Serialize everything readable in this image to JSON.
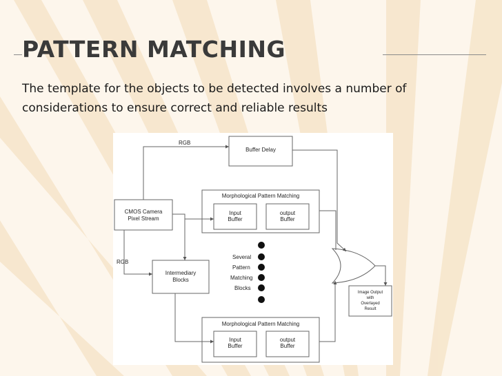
{
  "slide": {
    "title": "Pattern Matching",
    "body": "The template for the objects to be detected involves a number of considerations to ensure correct and reliable results"
  },
  "colors": {
    "background": "#fdf6ec",
    "ray": "#f3dcb8",
    "title": "#3a3a3a"
  },
  "diagram": {
    "rgb_top": "RGB",
    "buffer_delay": "Buffer Delay",
    "morph_top_title": "Morphological Pattern Matching",
    "top_input_1": "Input",
    "top_input_2": "Buffer",
    "top_output_1": "output",
    "top_output_2": "Buffer",
    "cmos_1": "CMOS Camera",
    "cmos_2": "Pixel Stream",
    "rgb_left": "RGB",
    "inter_1": "Intermediary",
    "inter_2": "Blocks",
    "several": "Several",
    "pattern": "Pattern",
    "matching": "Matching",
    "blocks": "Blocks",
    "out_1": "Image Output",
    "out_2": "with",
    "out_3": "Overlayed",
    "out_4": "Result",
    "morph_bottom_title": "Morphological Pattern Matching",
    "bot_input_1": "Input",
    "bot_input_2": "Buffer",
    "bot_output_1": "output",
    "bot_output_2": "Buffer"
  }
}
